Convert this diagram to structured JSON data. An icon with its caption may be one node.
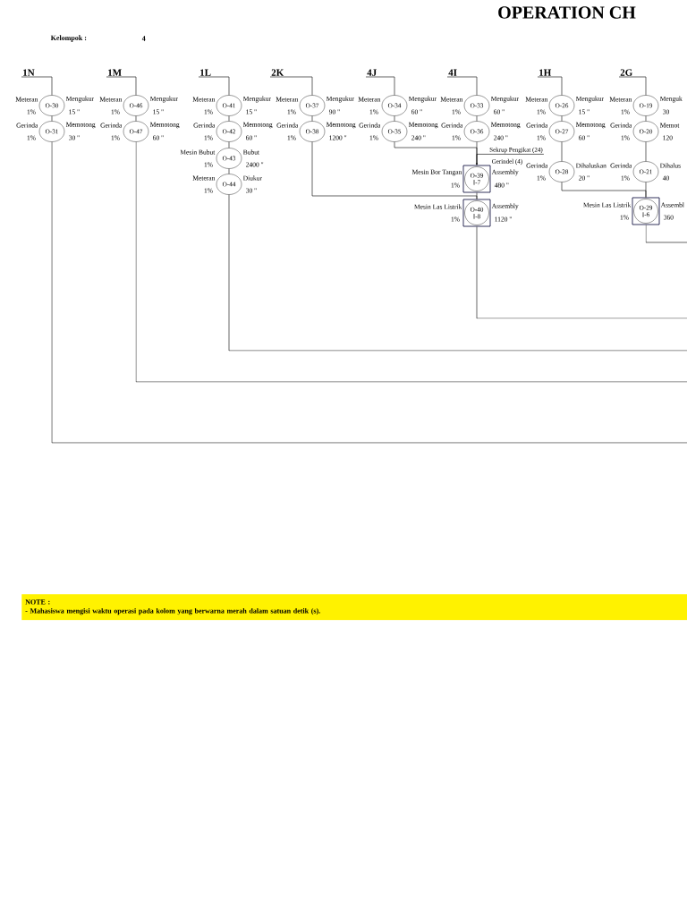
{
  "diagram": {
    "title": "OPERATION CH",
    "nodes": [
      {
        "text": [
          "1N"
        ]
      },
      {
        "text": [
          "O-30"
        ],
        "beside": [
          "Meteran",
          "1%",
          "Mengukur",
          "15 \""
        ]
      },
      {
        "text": [
          "O-31"
        ],
        "beside": [
          "Gerinda",
          "1%",
          "Memotong",
          "30 \""
        ]
      },
      {
        "text": [
          "1M"
        ]
      },
      {
        "text": [
          "O-46"
        ],
        "beside": [
          "Meteran",
          "1%",
          "Mengukur",
          "15 \""
        ]
      },
      {
        "text": [
          "O-47"
        ],
        "beside": [
          "Gerinda",
          "1%",
          "Memotong",
          "60 \""
        ]
      },
      {
        "text": [
          "1L"
        ]
      },
      {
        "text": [
          "O-41"
        ],
        "beside": [
          "Meteran",
          "1%",
          "Mengukur",
          "15 \""
        ]
      },
      {
        "text": [
          "O-42"
        ],
        "beside": [
          "Gerinda",
          "1%",
          "Memotong",
          "60 \""
        ]
      },
      {
        "text": [
          "O-43"
        ],
        "beside": [
          "Mesin Bubut",
          "1%",
          "Bubut",
          "2400 \""
        ]
      },
      {
        "text": [
          "O-44"
        ],
        "beside": [
          "Meteran",
          "1%",
          "Diukur",
          "30 \""
        ]
      },
      {
        "text": [
          "2K"
        ]
      },
      {
        "text": [
          "O-37"
        ],
        "beside": [
          "Meteran",
          "1%",
          "Mengukur",
          "90 \""
        ]
      },
      {
        "text": [
          "O-38"
        ],
        "beside": [
          "Gerinda",
          "1%",
          "Memotong",
          "1200 \""
        ]
      },
      {
        "text": [
          "4J"
        ]
      },
      {
        "text": [
          "O-34"
        ],
        "beside": [
          "Meteran",
          "1%",
          "Mengukur",
          "60 \""
        ]
      },
      {
        "text": [
          "O-35"
        ],
        "beside": [
          "Gerinda",
          "1%",
          "Memotong",
          "240 \""
        ]
      },
      {
        "text": [
          "4I"
        ]
      },
      {
        "text": [
          "O-33"
        ],
        "beside": [
          "Meteran",
          "1%",
          "Mengukur",
          "60 \""
        ]
      },
      {
        "text": [
          "O-36"
        ],
        "beside": [
          "Gerinda",
          "1%",
          "Memotong",
          "240 \""
        ]
      },
      {
        "text": [
          "O-39",
          "I-7"
        ],
        "beside": [
          "Mesin Bor Tangan",
          "1%",
          "Assembly",
          "480 \""
        ]
      },
      {
        "text": [
          "O-40",
          "I-8"
        ],
        "beside": [
          "Mesin Las Listrik",
          "1%",
          "Assembly",
          "1120 \""
        ]
      },
      {
        "text": [
          "1H"
        ]
      },
      {
        "text": [
          "O-26"
        ],
        "beside": [
          "Meteran",
          "1%",
          "Mengukur",
          "15 \""
        ]
      },
      {
        "text": [
          "O-27"
        ],
        "beside": [
          "Gerinda",
          "1%",
          "Memotong",
          "60 \""
        ]
      },
      {
        "text": [
          "O-28"
        ],
        "beside": [
          "Gerinda",
          "1%",
          "Dihaluskan",
          "20 \""
        ]
      },
      {
        "text": [
          "2G"
        ]
      },
      {
        "text": [
          "O-19"
        ],
        "beside": [
          "Meteran",
          "1%",
          "Menguk",
          "30"
        ]
      },
      {
        "text": [
          "O-20"
        ],
        "beside": [
          "Gerinda",
          "1%",
          "Memot",
          "120"
        ]
      },
      {
        "text": [
          "O-21"
        ],
        "beside": [
          "Gerinda",
          "1%",
          "Dihalus",
          "40"
        ]
      },
      {
        "text": [
          "O-29",
          "I-6"
        ],
        "beside": [
          "Mesin Las Listrik",
          "1%",
          "Assembl",
          "360"
        ]
      },
      {
        "text": [
          "NOTE :",
          "- Mahasiswa mengisi waktu operasi pada kolom yang berwarna merah dalam satuan detik (s)."
        ]
      },
      {
        "text": [
          "Sekrup Pengikat (24)"
        ]
      }
    ],
    "edges": [
      {
        "from": 0,
        "to": 1,
        "arrow": "none"
      },
      {
        "from": 1,
        "to": 2,
        "arrow": "none"
      },
      {
        "from": 2,
        "to": null,
        "arrow": "none"
      },
      {
        "from": 3,
        "to": 4,
        "arrow": "none"
      },
      {
        "from": 4,
        "to": 5,
        "arrow": "none"
      },
      {
        "from": 5,
        "to": null,
        "arrow": "none"
      },
      {
        "from": 6,
        "to": 7,
        "arrow": "none"
      },
      {
        "from": 7,
        "to": 8,
        "arrow": "none"
      },
      {
        "from": 8,
        "to": 9,
        "arrow": "none"
      },
      {
        "from": 9,
        "to": 10,
        "arrow": "none"
      },
      {
        "from": 10,
        "to": null,
        "arrow": "none"
      },
      {
        "from": 11,
        "to": 12,
        "arrow": "none"
      },
      {
        "from": 12,
        "to": 13,
        "arrow": "none"
      },
      {
        "from": 13,
        "to": 21,
        "arrow": "none"
      },
      {
        "from": 14,
        "to": 15,
        "arrow": "none"
      },
      {
        "from": 15,
        "to": 16,
        "arrow": "none"
      },
      {
        "from": 16,
        "to": 20,
        "arrow": "none"
      },
      {
        "from": 17,
        "to": 18,
        "arrow": "none"
      },
      {
        "from": 18,
        "to": 19,
        "arrow": "none"
      },
      {
        "from": 19,
        "to": 20,
        "arrow": "none"
      },
      {
        "from": 20,
        "to": 21,
        "arrow": "none"
      },
      {
        "from": 21,
        "to": null,
        "arrow": "none"
      },
      {
        "from": 32,
        "to": 20,
        "arrow": "to"
      },
      {
        "from": 22,
        "to": 23,
        "arrow": "none"
      },
      {
        "from": 23,
        "to": 24,
        "arrow": "none"
      },
      {
        "from": 24,
        "to": 25,
        "arrow": "none"
      },
      {
        "from": 25,
        "to": 30,
        "arrow": "none"
      },
      {
        "from": 26,
        "to": 27,
        "arrow": "none"
      },
      {
        "from": 27,
        "to": 28,
        "arrow": "none"
      },
      {
        "from": 28,
        "to": 29,
        "arrow": "none"
      },
      {
        "from": 29,
        "to": 30,
        "arrow": "none"
      },
      {
        "from": 30,
        "to": null,
        "arrow": "none"
      }
    ],
    "labels": [
      "Kelompok :",
      "4",
      "Gerindel (4)"
    ]
  }
}
